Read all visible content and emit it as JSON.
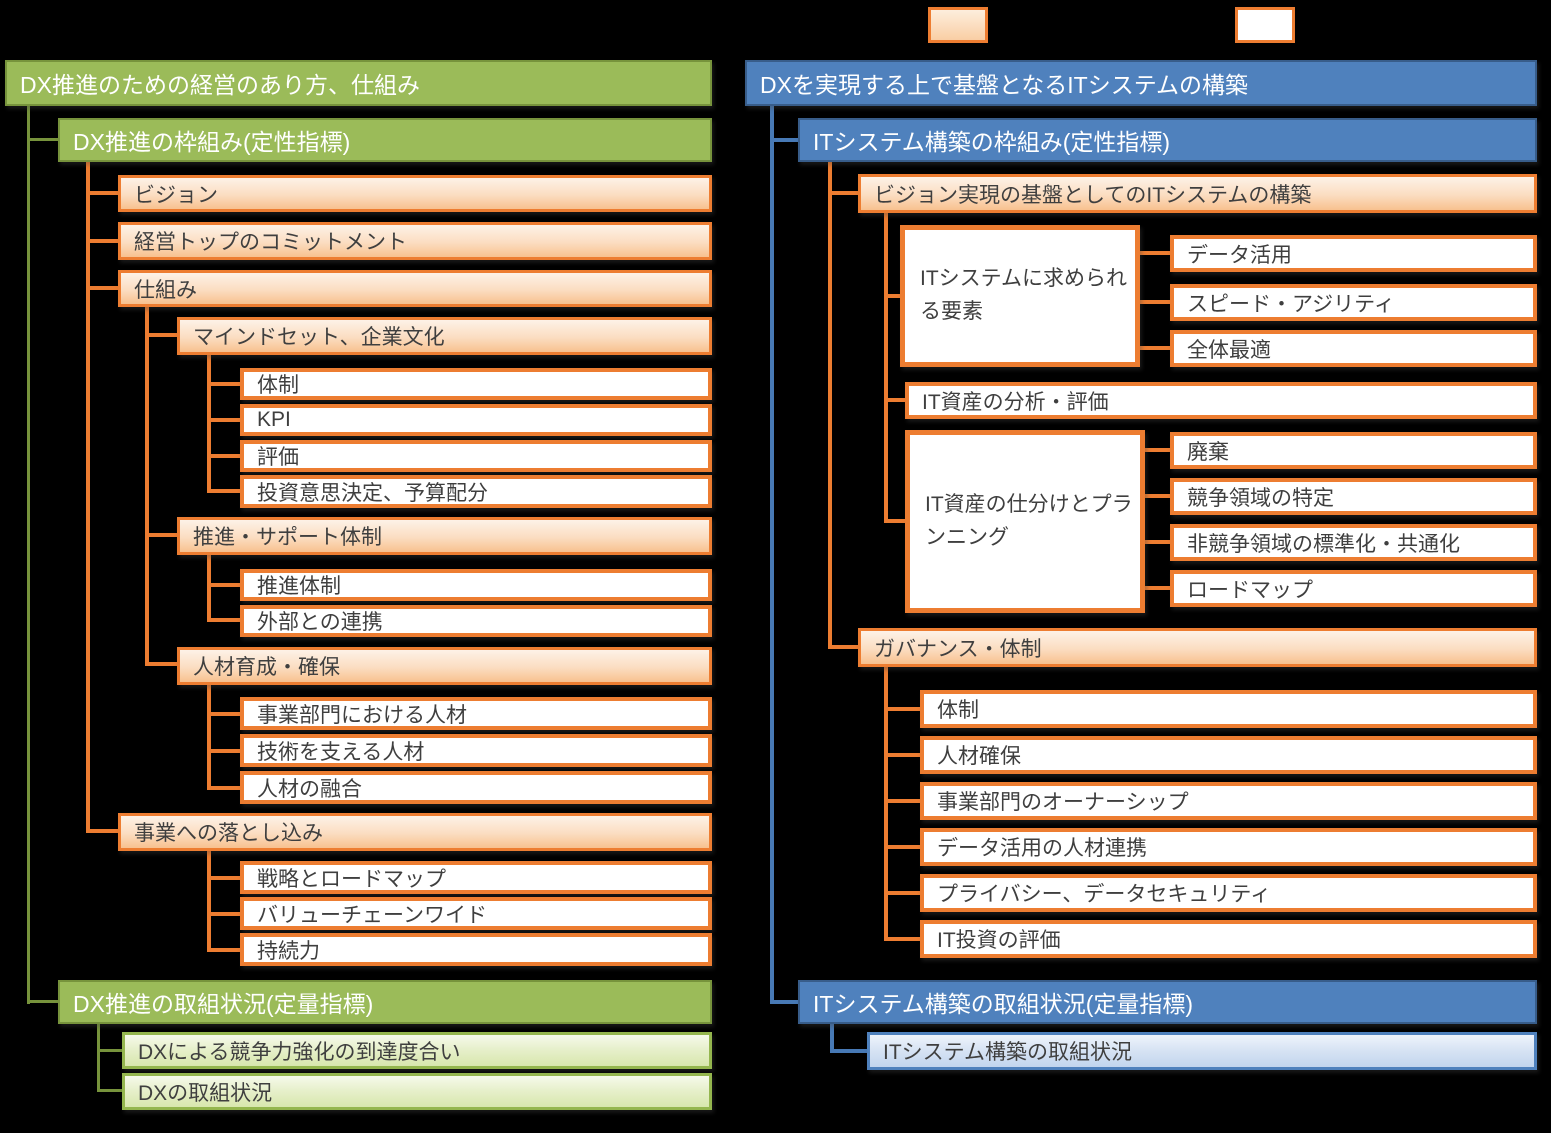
{
  "legend": {
    "filled": {
      "fill": "#F9CEA4",
      "border": "#ED7D31"
    },
    "outline": {
      "fill": "#FFFFFF",
      "border": "#ED7D31"
    }
  },
  "palette": {
    "green": "#9BBB59",
    "green_border": "#77933C",
    "blue": "#4F81BD",
    "blue_border": "#385D8A",
    "orange_border": "#ED7D31",
    "light_green_border": "#94B64E",
    "light_blue_border": "#4F81BD",
    "background": "#000000"
  },
  "left_tree": {
    "title": "DX推進のための経営のあり方、仕組み",
    "qualitative": {
      "title": "DX推進の枠組み(定性指標)",
      "items": [
        {
          "label": "ビジョン"
        },
        {
          "label": "経営トップのコミットメント"
        },
        {
          "label": "仕組み",
          "children": [
            {
              "label": "マインドセット、企業文化",
              "children": [
                "体制",
                "KPI",
                "評価",
                "投資意思決定、予算配分"
              ]
            },
            {
              "label": "推進・サポート体制",
              "children": [
                "推進体制",
                "外部との連携"
              ]
            },
            {
              "label": "人材育成・確保",
              "children": [
                "事業部門における人材",
                "技術を支える人材",
                "人材の融合"
              ]
            }
          ]
        },
        {
          "label": "事業への落とし込み",
          "children": [
            "戦略とロードマップ",
            "バリューチェーンワイド",
            "持続力"
          ]
        }
      ]
    },
    "quantitative": {
      "title": "DX推進の取組状況(定量指標)",
      "items": [
        "DXによる競争力強化の到達度合い",
        "DXの取組状況"
      ]
    }
  },
  "right_tree": {
    "title": "DXを実現する上で基盤となるITシステムの構築",
    "qualitative": {
      "title": "ITシステム構築の枠組み(定性指標)",
      "items": [
        {
          "label": "ビジョン実現の基盤としてのITシステムの構築",
          "children": [
            {
              "label": "ITシステムに求められる要素",
              "children": [
                "データ活用",
                "スピード・アジリティ",
                "全体最適"
              ]
            },
            {
              "label": "IT資産の分析・評価"
            },
            {
              "label": "IT資産の仕分けとプランニング",
              "children": [
                "廃棄",
                "競争領域の特定",
                "非競争領域の標準化・共通化",
                "ロードマップ"
              ]
            }
          ]
        },
        {
          "label": "ガバナンス・体制",
          "children": [
            "体制",
            "人材確保",
            "事業部門のオーナーシップ",
            "データ活用の人材連携",
            "プライバシー、データセキュリティ",
            "IT投資の評価"
          ]
        }
      ]
    },
    "quantitative": {
      "title": "ITシステム構築の取組状況(定量指標)",
      "items": [
        "ITシステム構築の取組状況"
      ]
    }
  }
}
